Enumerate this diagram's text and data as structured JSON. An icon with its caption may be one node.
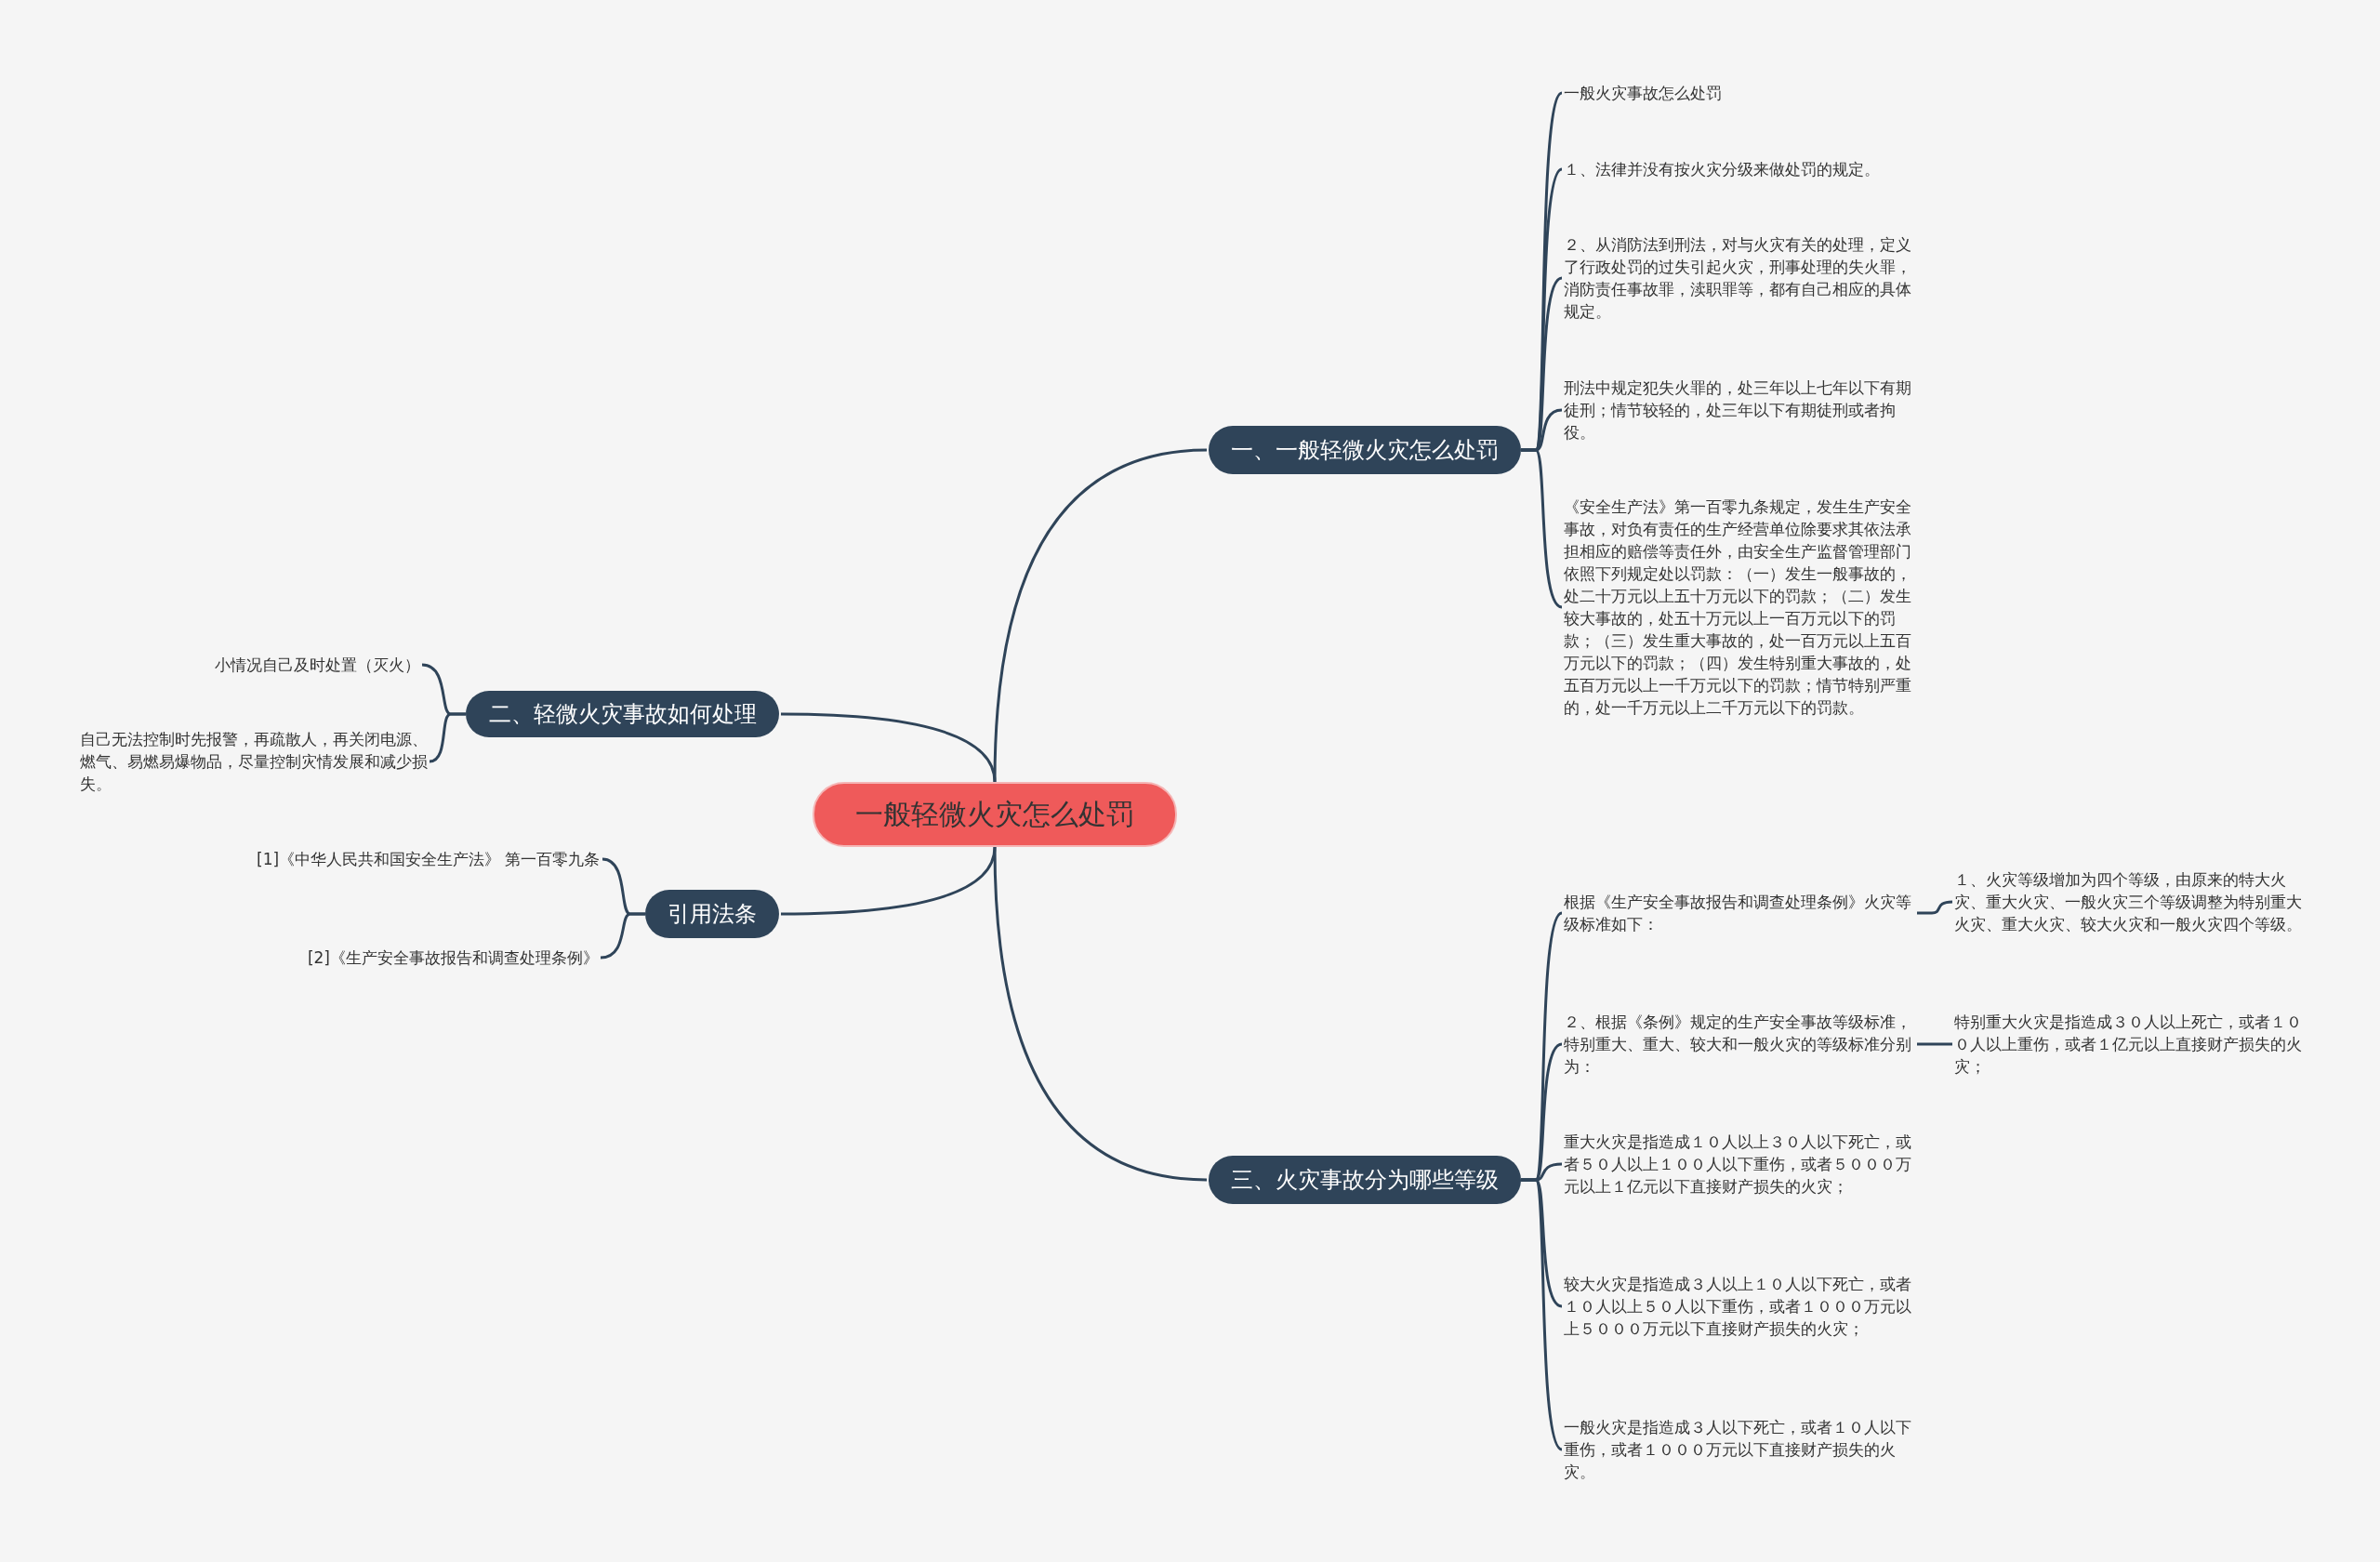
{
  "diagram": {
    "nodes": [
      {
        "text": [
          "一般轻微火灾怎么处罚"
        ]
      },
      {
        "text": [
          "一、一般轻微火灾怎么处罚"
        ]
      },
      {
        "text": [
          "一般火灾事故怎么处罚"
        ]
      },
      {
        "text": [
          "１、法律并没有按火灾分级来做处罚的规定。"
        ]
      },
      {
        "text": [
          "２、从消防法到刑法，对与火灾有关的处理，定义了行政处罚的过失引起火灾，刑事处理的失火罪，消防责任事故罪，渎职罪等，都有自己相应的具体规定。"
        ]
      },
      {
        "text": [
          "刑法中规定犯失火罪的，处三年以上七年以下有期徒刑；情节较轻的，处三年以下有期徒刑或者拘役。"
        ]
      },
      {
        "text": [
          "《安全生产法》第一百零九条规定，发生生产安全事故，对负有责任的生产经营单位除要求其依法承担相应的赔偿等责任外，由安全生产监督管理部门依照下列规定处以罚款：（一）发生一般事故的，处二十万元以上五十万元以下的罚款；（二）发生较大事故的，处五十万元以上一百万元以下的罚款；（三）发生重大事故的，处一百万元以上五百万元以下的罚款；（四）发生特别重大事故的，处五百万元以上一千万元以下的罚款；情节特别严重的，处一千万元以上二千万元以下的罚款。"
        ]
      },
      {
        "text": [
          "二、轻微火灾事故如何处理"
        ]
      },
      {
        "text": [
          "小情况自己及时处置（灭火）"
        ]
      },
      {
        "text": [
          "自己无法控制时先报警，再疏散人，再关闭电源、燃气、易燃易爆物品，尽量控制灾情发展和减少损失。"
        ]
      },
      {
        "text": [
          "引用法条"
        ]
      },
      {
        "text": [
          "[1]《中华人民共和国安全生产法》 第一百零九条"
        ]
      },
      {
        "text": [
          "[2]《生产安全事故报告和调查处理条例》"
        ]
      },
      {
        "text": [
          "三、火灾事故分为哪些等级"
        ]
      },
      {
        "text": [
          "根据《生产安全事故报告和调查处理条例》火灾等级标准如下："
        ]
      },
      {
        "text": [
          "１、火灾等级增加为四个等级，由原来的特大火灾、重大火灾、一般火灾三个等级调整为特别重大火灾、重大火灾、较大火灾和一般火灾四个等级。"
        ]
      },
      {
        "text": [
          "２、根据《条例》规定的生产安全事故等级标准，特别重大、重大、较大和一般火灾的等级标准分别为："
        ]
      },
      {
        "text": [
          "特别重大火灾是指造成３０人以上死亡，或者１００人以上重伤，或者１亿元以上直接财产损失的火灾；"
        ]
      },
      {
        "text": [
          "重大火灾是指造成１０人以上３０人以下死亡，或者５０人以上１００人以下重伤，或者５０００万元以上１亿元以下直接财产损失的火灾；"
        ]
      },
      {
        "text": [
          "较大火灾是指造成３人以上１０人以下死亡，或者１０人以上５０人以下重伤，或者１０００万元以上５０００万元以下直接财产损失的火灾；"
        ]
      },
      {
        "text": [
          "一般火灾是指造成３人以下死亡，或者１０人以下重伤，或者１０００万元以下直接财产损失的火灾。"
        ]
      }
    ],
    "edges": [
      {
        "from": 0,
        "to": 1,
        "arrow": "none"
      },
      {
        "from": 0,
        "to": 7,
        "arrow": "none"
      },
      {
        "from": 0,
        "to": 10,
        "arrow": "none"
      },
      {
        "from": 0,
        "to": 13,
        "arrow": "none"
      },
      {
        "from": 1,
        "to": 2,
        "arrow": "none"
      },
      {
        "from": 1,
        "to": 3,
        "arrow": "none"
      },
      {
        "from": 1,
        "to": 4,
        "arrow": "none"
      },
      {
        "from": 1,
        "to": 5,
        "arrow": "none"
      },
      {
        "from": 1,
        "to": 6,
        "arrow": "none"
      },
      {
        "from": 7,
        "to": 8,
        "arrow": "none"
      },
      {
        "from": 7,
        "to": 9,
        "arrow": "none"
      },
      {
        "from": 10,
        "to": 11,
        "arrow": "none"
      },
      {
        "from": 10,
        "to": 12,
        "arrow": "none"
      },
      {
        "from": 13,
        "to": 14,
        "arrow": "none"
      },
      {
        "from": 13,
        "to": 16,
        "arrow": "none"
      },
      {
        "from": 13,
        "to": 18,
        "arrow": "none"
      },
      {
        "from": 13,
        "to": 19,
        "arrow": "none"
      },
      {
        "from": 13,
        "to": 20,
        "arrow": "none"
      },
      {
        "from": 14,
        "to": 15,
        "arrow": "none"
      },
      {
        "from": 16,
        "to": 17,
        "arrow": "none"
      }
    ]
  }
}
